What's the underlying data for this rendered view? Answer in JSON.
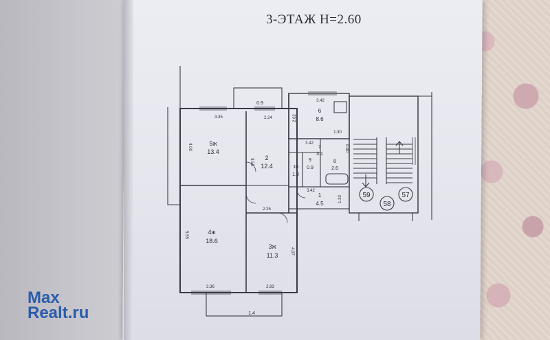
{
  "title": "3-ЭТАЖ  H=2.60",
  "watermark": {
    "line1": "Max",
    "line2": "Realt.ru"
  },
  "rooms": [
    {
      "num": "5ж",
      "area": "13.4"
    },
    {
      "num": "2",
      "area": "12.4"
    },
    {
      "num": "4ж",
      "area": "18.6"
    },
    {
      "num": "3ж",
      "area": "11.3"
    },
    {
      "num": "6",
      "area": "8.6"
    },
    {
      "num": "7",
      "area": "3.1"
    },
    {
      "num": "10",
      "area": "1.0"
    },
    {
      "num": "9",
      "area": "0.9"
    },
    {
      "num": "8",
      "area": "2.6"
    },
    {
      "num": "1",
      "area": "4.5"
    }
  ],
  "dimensions": {
    "d0_9": "0.9",
    "d3_35": "3.35",
    "d2_24": "2.24",
    "d3_42a": "3.42",
    "d3_42b": "3.42",
    "d3_42c": "3.42",
    "d1_30": "1.30",
    "d2_62": "2.62",
    "d4_00": "4.00",
    "d3_55": "3.55",
    "d0_90": "0.90",
    "d1_33": "1.33",
    "d2_25": "2.25",
    "d5_55": "5.55",
    "d4_07": "4.07",
    "d3_36": "3.36",
    "d2_83": "2.83",
    "d1_4": "1.4"
  },
  "apartments": [
    "59",
    "58",
    "57"
  ]
}
